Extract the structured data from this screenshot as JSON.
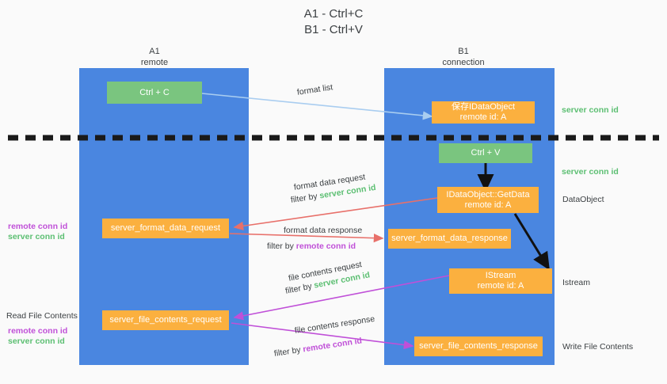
{
  "title": {
    "line1": "A1 - Ctrl+C",
    "line2": "B1 - Ctrl+V"
  },
  "lanes": [
    {
      "id": "a1",
      "name": "A1",
      "sub": "remote"
    },
    {
      "id": "b1",
      "name": "B1",
      "sub": "connection"
    }
  ],
  "nodes": {
    "ctrl_c": "Ctrl + C",
    "ctrl_v": "Ctrl + V",
    "save_idataobject_l1": "保存IDataObject",
    "save_idataobject_l2": "remote id: A",
    "getdata_l1": "IDataObject::GetData",
    "getdata_l2": "remote id: A",
    "istream_l1": "IStream",
    "istream_l2": "remote id: A",
    "server_format_data_request": "server_format_data_request",
    "server_format_data_response": "server_format_data_response",
    "server_file_contents_request": "server_file_contents_request",
    "server_file_contents_response": "server_file_contents_response"
  },
  "edges": {
    "format_list": "format list",
    "format_data_request": "format data request",
    "format_data_request_filter_prefix": "filter by ",
    "format_data_request_filter_key": "server conn id",
    "format_data_response": "format data response",
    "format_data_response_filter_prefix": "filter by ",
    "format_data_response_filter_key": "remote conn id",
    "file_contents_request": "file contents request",
    "file_contents_request_filter_prefix": "filter by ",
    "file_contents_request_filter_key": "server conn id",
    "file_contents_response": "file contents response",
    "file_contents_response_filter_prefix": "filter by ",
    "file_contents_response_filter_key": "remote conn id"
  },
  "left_labels": {
    "remote_conn_id_1": "remote conn id",
    "server_conn_id_1": "server conn id",
    "read_file_contents": "Read File Contents",
    "remote_conn_id_2": "remote conn id",
    "server_conn_id_2": "server conn id"
  },
  "right_labels": {
    "server_conn_id_top": "server conn id",
    "server_conn_id_mid": "server conn id",
    "dataobject": "DataObject",
    "istream": "Istream",
    "write_file_contents": "Write File Contents"
  },
  "colors": {
    "lane": "#4a86e0",
    "green_node": "#7ac57f",
    "orange_node": "#fbb03f",
    "server_conn_id": "#5cbf72",
    "remote_conn_id": "#c050d8",
    "format_list_arrow": "#a9cdf0",
    "format_data_arrow": "#e8706a",
    "file_contents_arrow": "#c050d8",
    "flow_arrow": "#111111",
    "divider": "#1a1a1a"
  }
}
